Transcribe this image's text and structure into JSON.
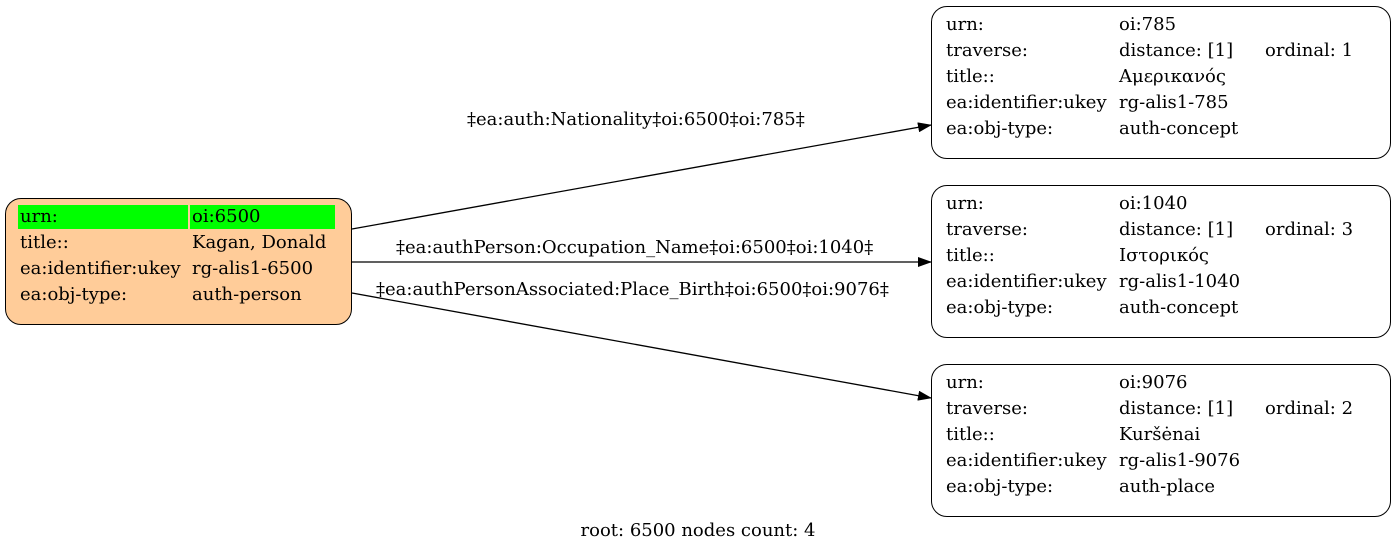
{
  "root_node": {
    "rows": [
      {
        "key": "urn:",
        "value": "oi:6500"
      },
      {
        "key": "title::",
        "value": "Kagan, Donald"
      },
      {
        "key": "ea:identifier:ukey",
        "value": "rg-alis1-6500"
      },
      {
        "key": "ea:obj-type:",
        "value": "auth-person"
      }
    ],
    "fill_color": "#ffcc99",
    "highlight_color": "#00ff00"
  },
  "nodes": [
    {
      "urn_key": "urn:",
      "urn": "oi:785",
      "traverse_key": "traverse:",
      "distance": "distance: [1]",
      "ordinal": "ordinal: 1",
      "title_key": "title::",
      "title": "Αμερικανός",
      "ukey_key": "ea:identifier:ukey",
      "ukey": "rg-alis1-785",
      "type_key": "ea:obj-type:",
      "type": "auth-concept"
    },
    {
      "urn_key": "urn:",
      "urn": "oi:1040",
      "traverse_key": "traverse:",
      "distance": "distance: [1]",
      "ordinal": "ordinal: 3",
      "title_key": "title::",
      "title": "Ιστορικός",
      "ukey_key": "ea:identifier:ukey",
      "ukey": "rg-alis1-1040",
      "type_key": "ea:obj-type:",
      "type": "auth-concept"
    },
    {
      "urn_key": "urn:",
      "urn": "oi:9076",
      "traverse_key": "traverse:",
      "distance": "distance: [1]",
      "ordinal": "ordinal: 2",
      "title_key": "title::",
      "title": "Kuršėnai",
      "ukey_key": "ea:identifier:ukey",
      "ukey": "rg-alis1-9076",
      "type_key": "ea:obj-type:",
      "type": "auth-place"
    }
  ],
  "edges": [
    {
      "label": "‡ea:auth:Nationality‡oi:6500‡oi:785‡"
    },
    {
      "label": "‡ea:authPerson:Occupation_Name‡oi:6500‡oi:1040‡"
    },
    {
      "label": "‡ea:authPersonAssociated:Place_Birth‡oi:6500‡oi:9076‡"
    }
  ],
  "footer": "root: 6500 nodes count: 4"
}
